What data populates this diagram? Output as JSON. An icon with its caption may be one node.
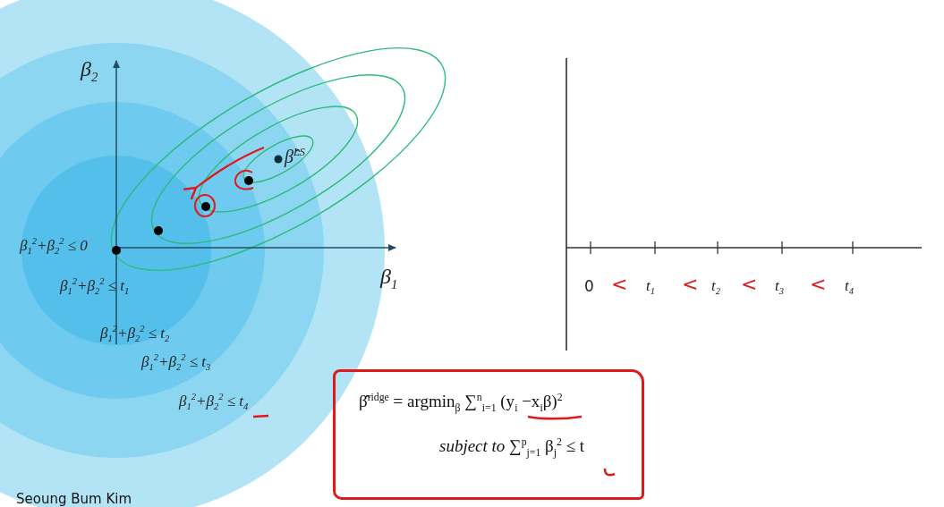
{
  "diagram": {
    "nodes": [
      {
        "text": [
          "β̂$^{ridge}$ = argmin$_{β}$ ∑$^{n}$$_{i=1}$ (y$_{i}$ −x$_{i}$β)$^{2}$",
          "*subject to* ∑$^{p}$$_{j=1}$ β$_{j}$$^{2}$ ≤ t"
        ]
      }
    ],
    "labels": [
      "β$_{2}$",
      "β̂$^{LS}$",
      "β$_{1}$$^{2}$+β$_{2}$$^{2}$ ≤ 0",
      "β$_{1}$$^{2}$+β$_{2}$$^{2}$ ≤ t$_{1}$",
      "β$_{1}$",
      "0",
      "<",
      "t$_{1}$",
      "<",
      "t$_{2}$",
      "<",
      "t$_{3}$",
      "<",
      "t$_{4}$",
      "β$_{1}$$^{2}$+β$_{2}$$^{2}$ ≤ t$_{2}$",
      "β$_{1}$$^{2}$+β$_{2}$$^{2}$ ≤ t$_{3}$",
      "β$_{1}$$^{2}$+β$_{2}$$^{2}$ ≤ t$_{4}$",
      "Seoung Bum Kim"
    ]
  }
}
